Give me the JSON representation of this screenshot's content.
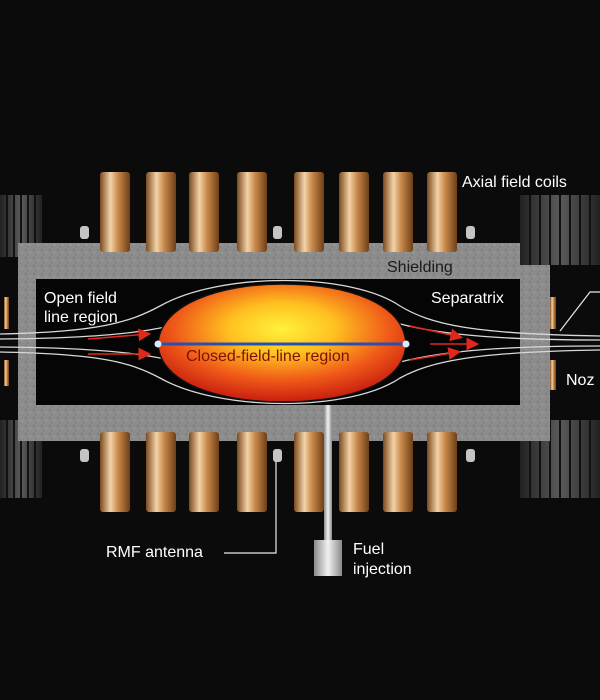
{
  "labels": {
    "axial_field_coils": "Axial field coils",
    "shielding": "Shielding",
    "open_field_line_region": [
      "Open field",
      "line region"
    ],
    "separatrix": "Separatrix",
    "closed_field_line_region": "Closed-field-line region",
    "nozzle": "Noz",
    "rmf_antenna": "RMF antenna",
    "fuel_injection": [
      "Fuel",
      "injection"
    ]
  },
  "colors": {
    "background": "#0b0b0b",
    "coil_copper": "#c98a4b",
    "coil_highlight": "#f3d3a8",
    "shielding": "#8c8c8c",
    "side_coils": "#3a3a3a",
    "plasma_core": "#fff23a",
    "plasma_edge": "#d42a12",
    "axis_line": "#2a4fb0",
    "flow_arrows": "#e0281c"
  }
}
